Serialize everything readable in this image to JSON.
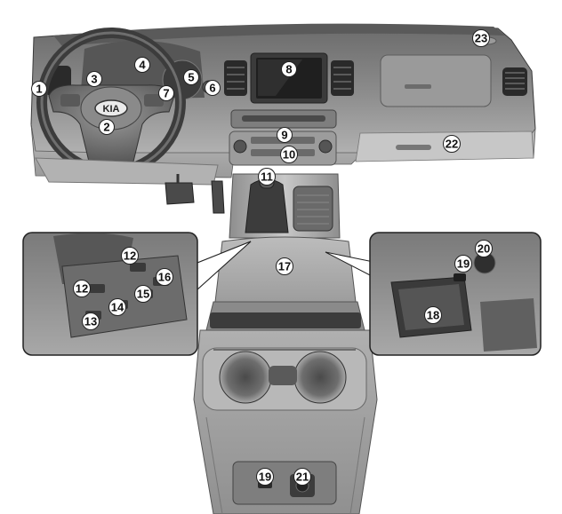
{
  "colors": {
    "background": "#ffffff",
    "callout_fill": "#ffffff",
    "callout_stroke": "#222222",
    "dash_dark": "#4a4a4a",
    "dash_mid": "#8a8a8a",
    "dash_light": "#c4c4c4",
    "screen": "#1f1f1f",
    "screen_glow": "#6a6a6a"
  },
  "brand": {
    "logo_text": "KIA"
  },
  "callouts": {
    "c1": "1",
    "c2": "2",
    "c3": "3",
    "c4": "4",
    "c5": "5",
    "c6": "6",
    "c7": "7",
    "c8": "8",
    "c9": "9",
    "c10": "10",
    "c11": "11",
    "c12a": "12",
    "c12b": "12",
    "c13": "13",
    "c14": "14",
    "c15": "15",
    "c16": "16",
    "c17": "17",
    "c18": "18",
    "c19a": "19",
    "c19b": "19",
    "c20": "20",
    "c21": "21",
    "c22": "22",
    "c23": "23"
  }
}
